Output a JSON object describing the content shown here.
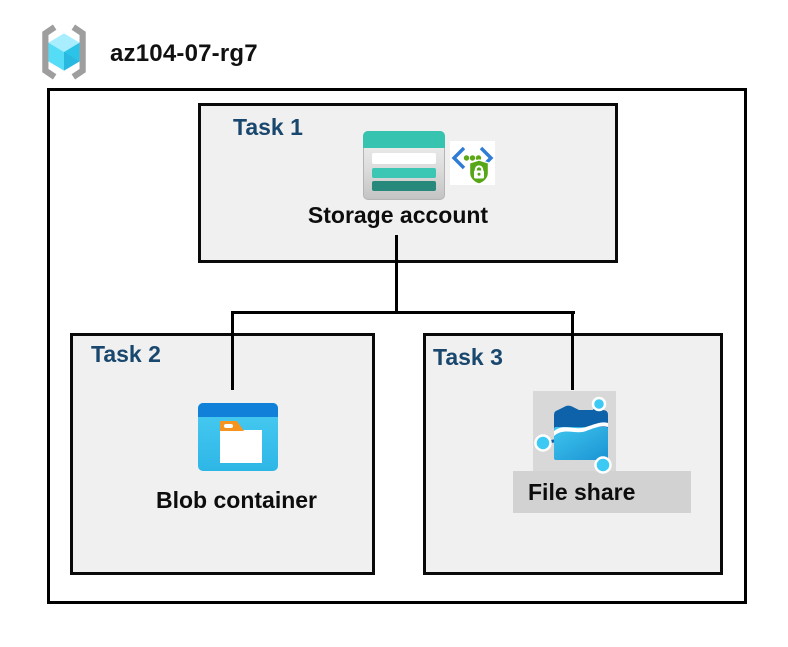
{
  "header": {
    "title": "az104-07-rg7",
    "icon": "resource-group-icon"
  },
  "tasks": [
    {
      "label": "Task 1",
      "caption": "Storage account",
      "icons": [
        "storage-account-icon",
        "secure-access-icon"
      ]
    },
    {
      "label": "Task 2",
      "caption": "Blob container",
      "icons": [
        "blob-container-icon"
      ]
    },
    {
      "label": "Task 3",
      "caption": "File share",
      "icons": [
        "file-share-icon"
      ]
    }
  ],
  "connections": [
    {
      "from": "Storage account",
      "to": "Blob container"
    },
    {
      "from": "Storage account",
      "to": "File share"
    }
  ],
  "colors": {
    "task_label_navy": "#19476d",
    "task_box_fill": "#f0f0f0",
    "border_black": "#000000",
    "storage_teal": "#36c3b0",
    "storage_teal_dark": "#27897b",
    "blob_top_blue": "#1080d8",
    "blob_body_cyan": "#3cc6ef",
    "blob_tab_orange": "#f5941f",
    "fileshare_dark_blue": "#0d62a9",
    "fileshare_node_cyan": "#3cc9f4",
    "sas_bracket_blue": "#2e7cd6",
    "sas_shield_green": "#57a618",
    "rg_cube_light": "#a9eeff",
    "rg_cube_mid": "#55dcf7",
    "rg_cube_dark": "#2cc3e9",
    "rg_bracket_gray": "#9e9e9e",
    "fileshare_gray_bg": "#d8d8d8"
  }
}
